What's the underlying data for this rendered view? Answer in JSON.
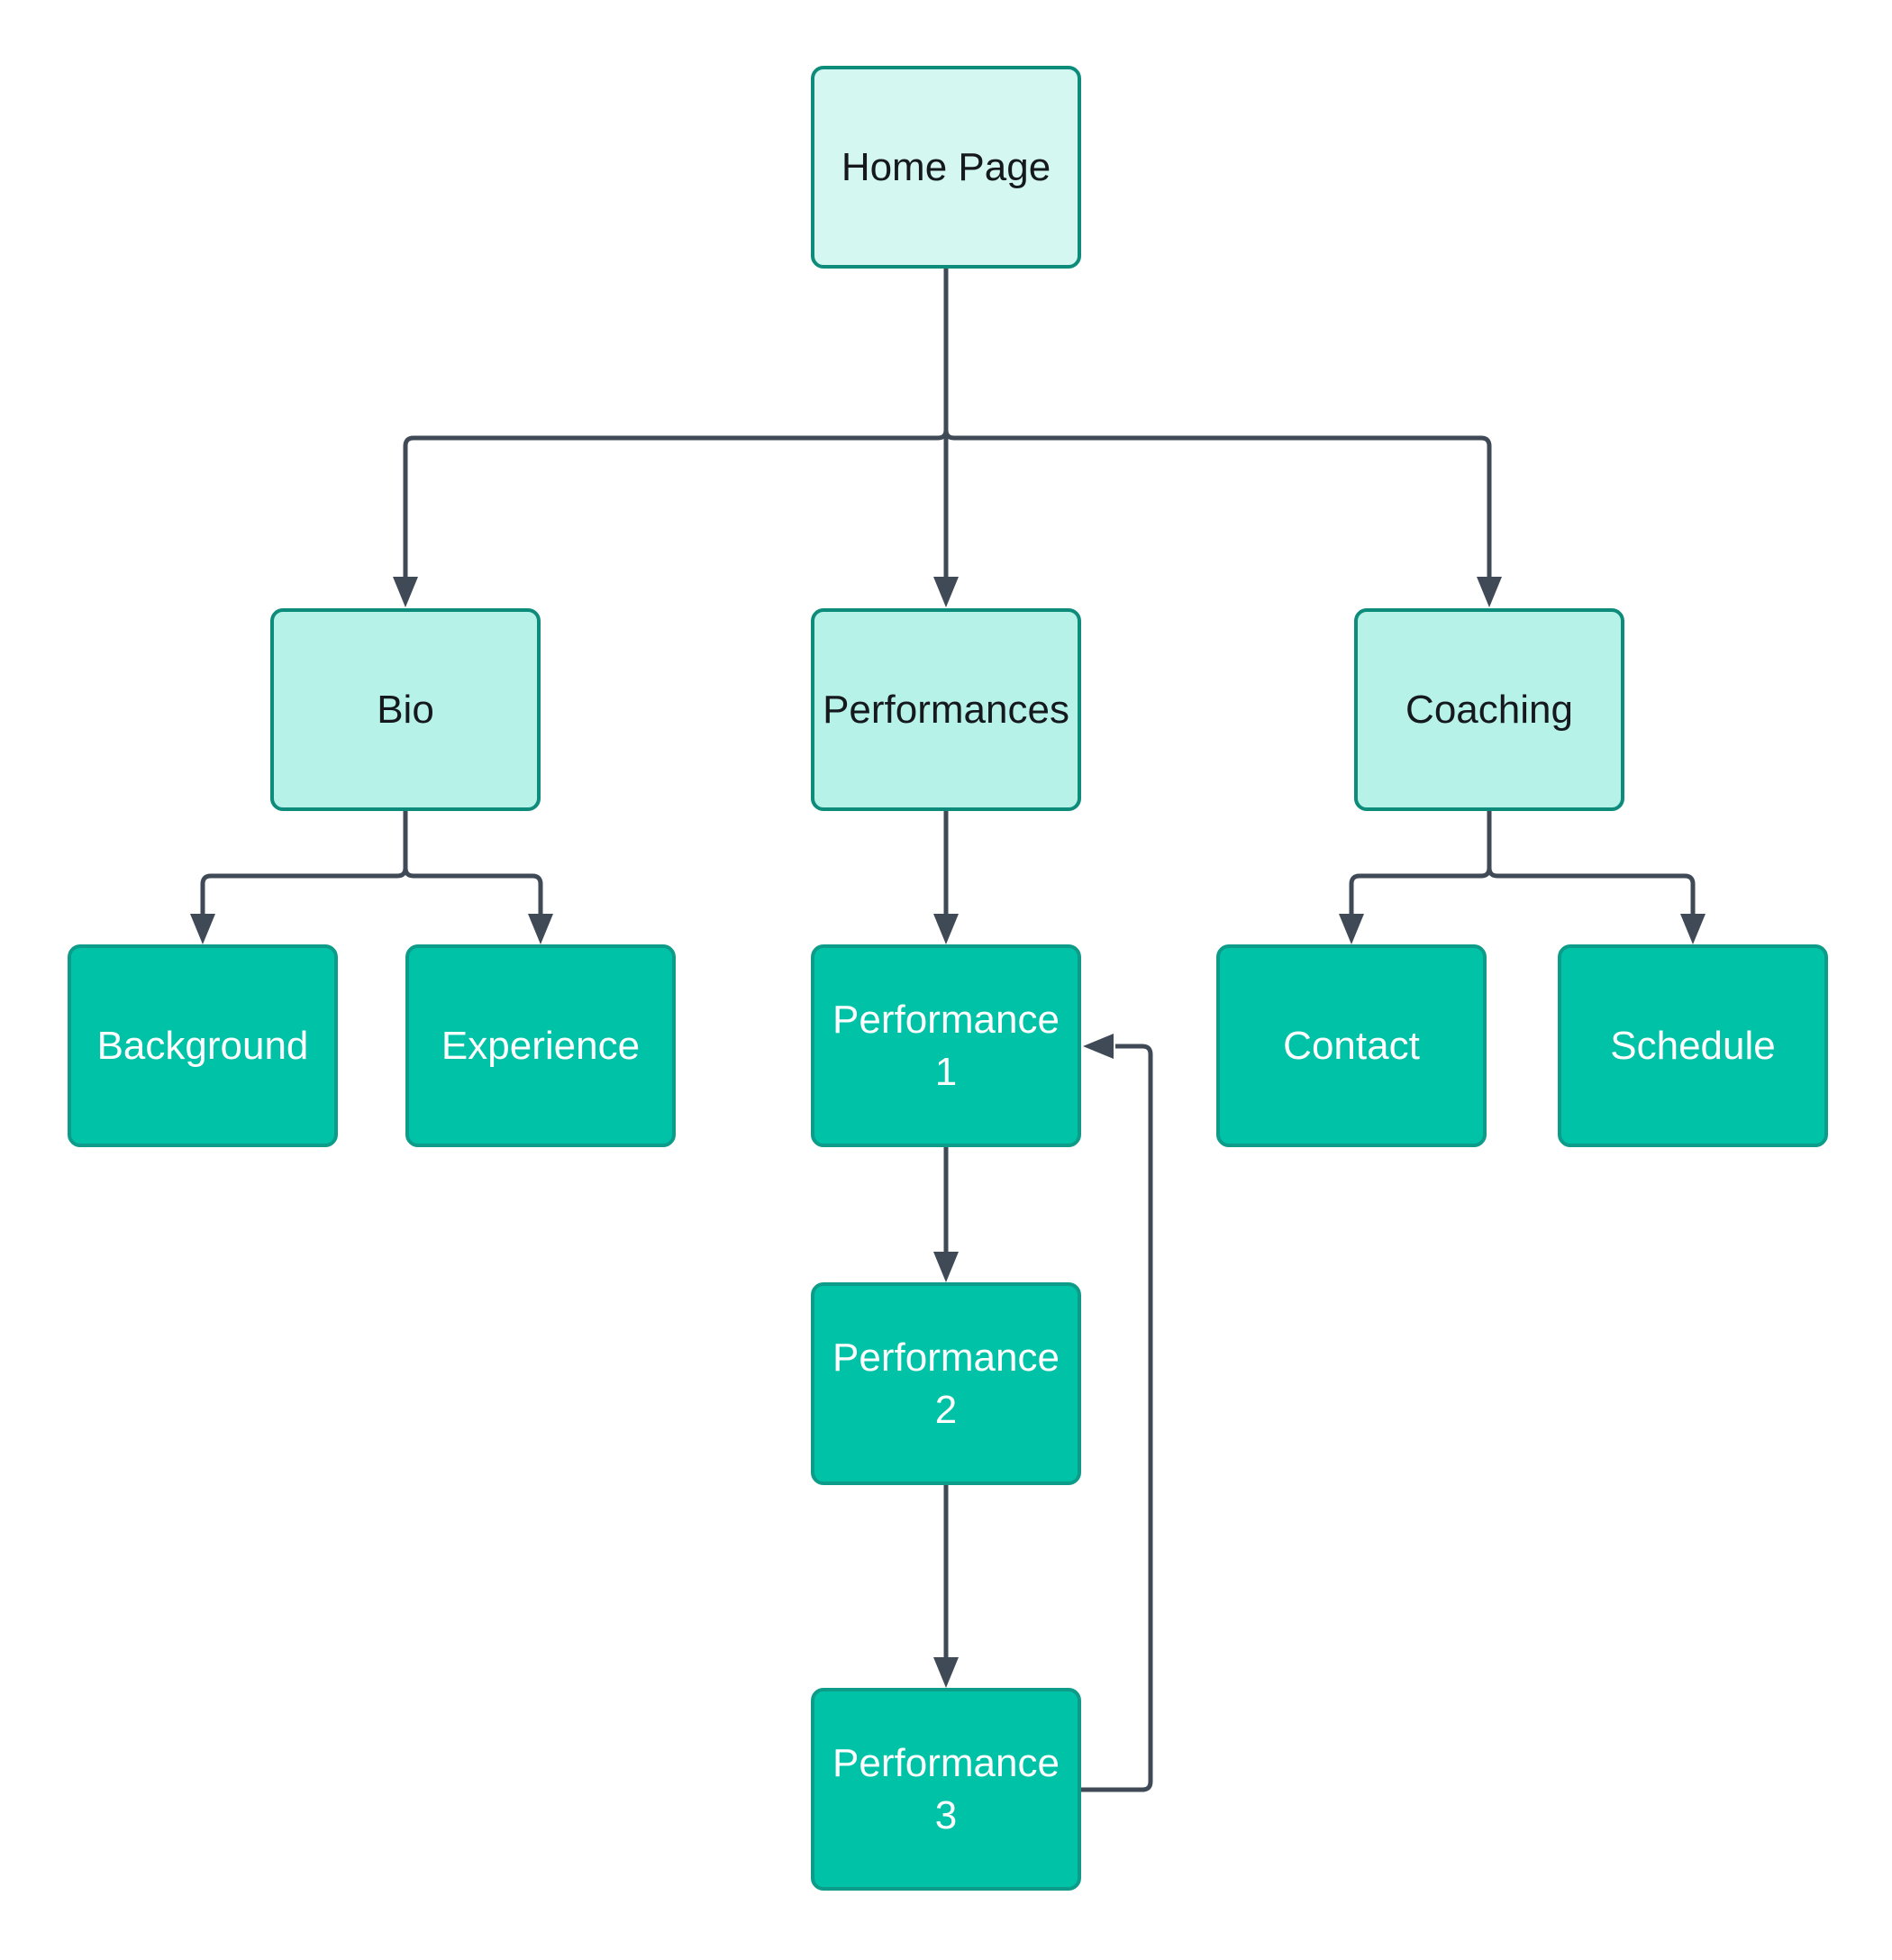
{
  "palette": {
    "node_level1_fill": "#d5f7f1",
    "node_level2_fill": "#b6f2e7",
    "node_level3_fill": "#00c2a7",
    "node_border_light": "#0d8c7c",
    "node_border_dark": "#0c9c89",
    "connector": "#3f4a56",
    "text_dark": "#15191e",
    "text_light": "#ffffff",
    "background": "#ffffff"
  },
  "diagram": {
    "type": "flowchart-sitemap",
    "nodes": [
      {
        "id": "home",
        "label": "Home Page",
        "level": 1
      },
      {
        "id": "bio",
        "label": "Bio",
        "level": 2
      },
      {
        "id": "performances",
        "label": "Performances",
        "level": 2
      },
      {
        "id": "coaching",
        "label": "Coaching",
        "level": 2
      },
      {
        "id": "background",
        "label": "Background",
        "level": 3
      },
      {
        "id": "experience",
        "label": "Experience",
        "level": 3
      },
      {
        "id": "performance-1",
        "label": "Performance\n1",
        "level": 3
      },
      {
        "id": "contact",
        "label": "Contact",
        "level": 3
      },
      {
        "id": "schedule",
        "label": "Schedule",
        "level": 3
      },
      {
        "id": "performance-2",
        "label": "Performance\n2",
        "level": 3
      },
      {
        "id": "performance-3",
        "label": "Performance\n3",
        "level": 3
      }
    ],
    "edges": [
      {
        "from": "home",
        "to": "bio"
      },
      {
        "from": "home",
        "to": "performances"
      },
      {
        "from": "home",
        "to": "coaching"
      },
      {
        "from": "bio",
        "to": "background"
      },
      {
        "from": "bio",
        "to": "experience"
      },
      {
        "from": "performances",
        "to": "performance-1"
      },
      {
        "from": "coaching",
        "to": "contact"
      },
      {
        "from": "coaching",
        "to": "schedule"
      },
      {
        "from": "performance-1",
        "to": "performance-2"
      },
      {
        "from": "performance-2",
        "to": "performance-3"
      },
      {
        "from": "performance-3",
        "to": "performance-1"
      }
    ]
  }
}
